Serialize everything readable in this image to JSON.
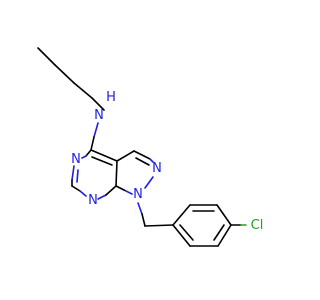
{
  "molecule": {
    "atoms": {
      "amine_nh": "N",
      "amine_h": "H",
      "pyrimidine_n3": "N",
      "pyrimidine_n1": "N",
      "pyrazole_n2": "N",
      "pyrazole_n1": "N",
      "chlorine": "Cl"
    }
  },
  "colors": {
    "background": "#ffffff",
    "bond": "#000000",
    "nitrogen": "#1f1fe0",
    "chlorine": "#1fa31f"
  }
}
